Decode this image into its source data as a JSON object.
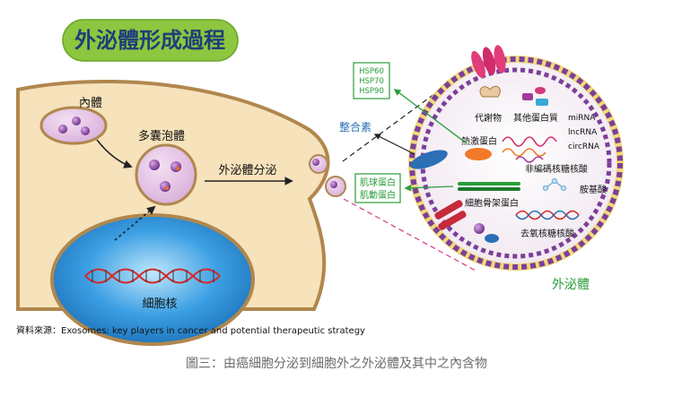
{
  "title": "外泌體形成過程",
  "labels": {
    "endosome": "內體",
    "mvb": "多囊泡體",
    "secretion": "外泌體分泌",
    "nucleus": "細胞核",
    "exosome": "外泌體"
  },
  "protein_callouts": {
    "hsp": [
      "HSP60",
      "HSP70",
      "HSP90"
    ],
    "integrin": "整合素",
    "actin_myosin": [
      "肌球蛋白",
      "肌動蛋白"
    ]
  },
  "cargo": {
    "metabolites": "代謝物",
    "other_proteins": "其他蛋白質",
    "heat_shock": "熱激蛋白",
    "rnas": [
      "miRNA",
      "lncRNA",
      "circRNA"
    ],
    "noncoding": "非編碼核糖核酸",
    "amino_acids": "胺基酸",
    "cytoskeleton": "細胞骨架蛋白",
    "dna": "去氧核糖核酸"
  },
  "source": "資料來源：Exosomes: key players in cancer and potential therapeutic strategy",
  "caption": "圖三：由癌細胞分泌到細胞外之外泌體及其中之內含物",
  "colors": {
    "title_bg": "#8dc63f",
    "cell_fill": "#f6e2bb",
    "cell_stroke": "#b0874e",
    "nucleus": "#2c8ed8",
    "label_green": "#2a9d3a",
    "label_blue": "#2b6fb5",
    "vesicle_purple": "#7b3f99"
  }
}
